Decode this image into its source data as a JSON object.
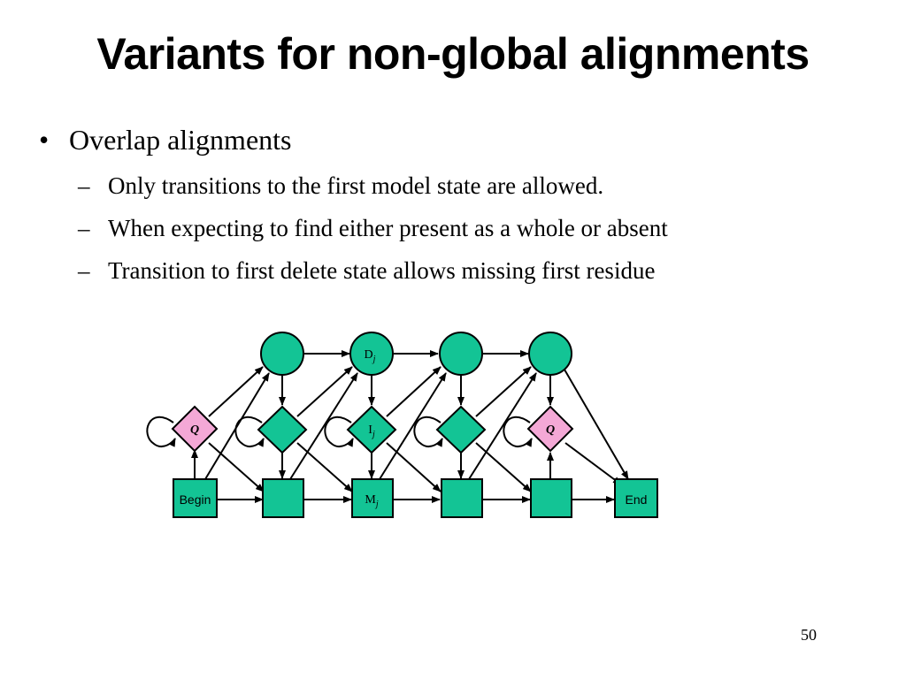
{
  "slide": {
    "title": "Variants for non-global alignments",
    "bullet": "Overlap alignments",
    "bullet_mark": "•",
    "dash_mark": "–",
    "sub_bullets": [
      "Only transitions to the first model state are allowed.",
      "When expecting to find either present as a whole or absent",
      "Transition to first delete state allows missing first residue"
    ],
    "page_number": "50"
  },
  "diagram": {
    "colors": {
      "state_fill": "#13c495",
      "q_fill": "#f4a8d6",
      "stroke": "#000000"
    },
    "labels": {
      "begin": "Begin",
      "end": "End",
      "q_left": "Q",
      "q_right": "Q",
      "d_letter": "D",
      "i_letter": "I",
      "m_letter": "M",
      "subscript": "j"
    }
  }
}
